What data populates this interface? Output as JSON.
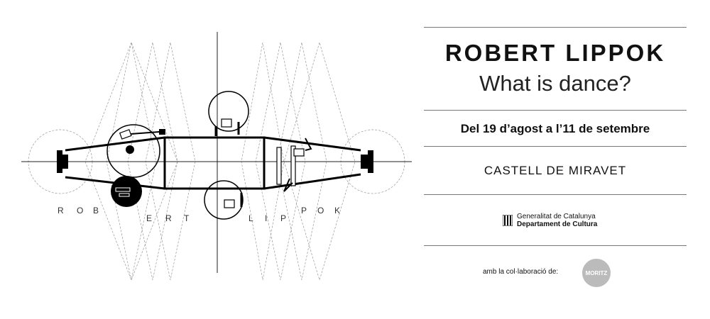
{
  "artwork": {
    "letters": [
      {
        "ch": "R",
        "row": "upper"
      },
      {
        "ch": "O",
        "row": "upper"
      },
      {
        "ch": "B",
        "row": "upper"
      },
      {
        "ch": "E",
        "row": "lower"
      },
      {
        "ch": "R",
        "row": "lower"
      },
      {
        "ch": "T",
        "row": "lower"
      },
      {
        "ch": "L",
        "row": "lower"
      },
      {
        "ch": "I",
        "row": "lower"
      },
      {
        "ch": "P",
        "row": "lower"
      },
      {
        "ch": "P",
        "row": "upper"
      },
      {
        "ch": "O",
        "row": "upper"
      },
      {
        "ch": "K",
        "row": "upper"
      }
    ]
  },
  "info": {
    "title": "ROBERT LIPPOK",
    "subtitle": "What is dance?",
    "dates": "Del 19 d’agost a l’11 de setembre",
    "venue": "CASTELL DE MIRAVET"
  },
  "sponsors": {
    "gen_line1": "Generalitat de Catalunya",
    "gen_line2": "Departament de Cultura",
    "collab_label": "amb la col·laboració de:",
    "moritz_logo": "MORITZ"
  }
}
